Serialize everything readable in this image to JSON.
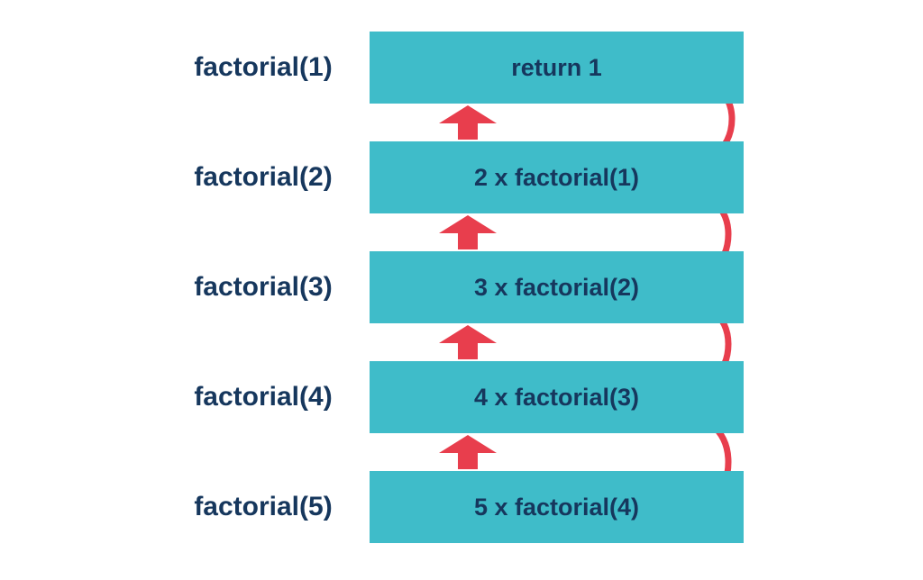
{
  "diagram": {
    "colors": {
      "box_fill": "#3fbcc9",
      "text": "#16375d",
      "arrow": "#e83e4d",
      "background": "#ffffff"
    },
    "frames": [
      {
        "label": "factorial(1)",
        "expression": "return 1"
      },
      {
        "label": "factorial(2)",
        "expression": "2 x factorial(1)"
      },
      {
        "label": "factorial(3)",
        "expression": "3 x factorial(2)"
      },
      {
        "label": "factorial(4)",
        "expression": "4 x factorial(3)"
      },
      {
        "label": "factorial(5)",
        "expression": "5 x factorial(4)"
      }
    ],
    "icons": {
      "up_arrow": "up-arrow",
      "return_arrow": "curved-return-arrow"
    }
  }
}
